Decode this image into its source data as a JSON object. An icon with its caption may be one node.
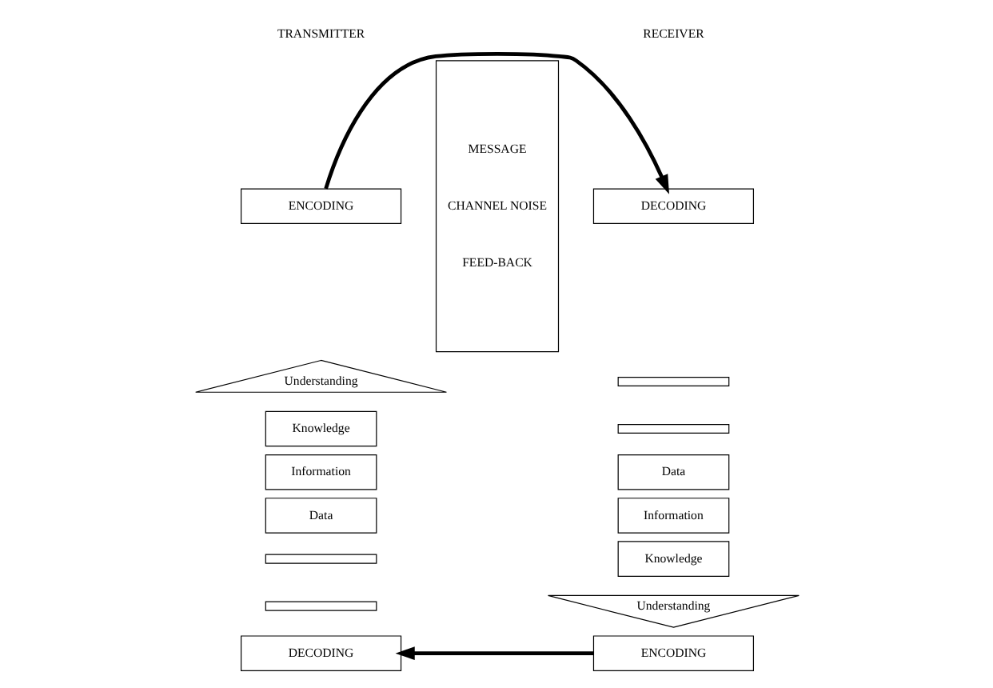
{
  "diagram": {
    "nodes": [
      {
        "text": [
          "ENCODING"
        ]
      },
      {
        "text": [
          "MESSAGE",
          "CHANNEL NOISE",
          "FEED-BACK"
        ]
      },
      {
        "text": [
          "DECODING"
        ]
      },
      {
        "text": [
          "Understanding"
        ]
      },
      {
        "text": [
          "Knowledge"
        ]
      },
      {
        "text": [
          "Information"
        ]
      },
      {
        "text": [
          "Data"
        ]
      },
      {
        "text": [],
        "shape": "bar"
      },
      {
        "text": [],
        "shape": "bar"
      },
      {
        "text": [
          "DECODING"
        ]
      },
      {
        "text": [],
        "shape": "bar"
      },
      {
        "text": [],
        "shape": "bar"
      },
      {
        "text": [
          "Data"
        ]
      },
      {
        "text": [
          "Information"
        ]
      },
      {
        "text": [
          "Knowledge"
        ]
      },
      {
        "text": [
          "Understanding"
        ]
      },
      {
        "text": [
          "ENCODING"
        ]
      }
    ],
    "edges": [
      {
        "from": 0,
        "to": 2,
        "arrow": "to"
      },
      {
        "from": 16,
        "to": 9,
        "arrow": "to"
      }
    ],
    "labels": [
      "TRANSMITTER",
      "RECEIVER"
    ]
  }
}
